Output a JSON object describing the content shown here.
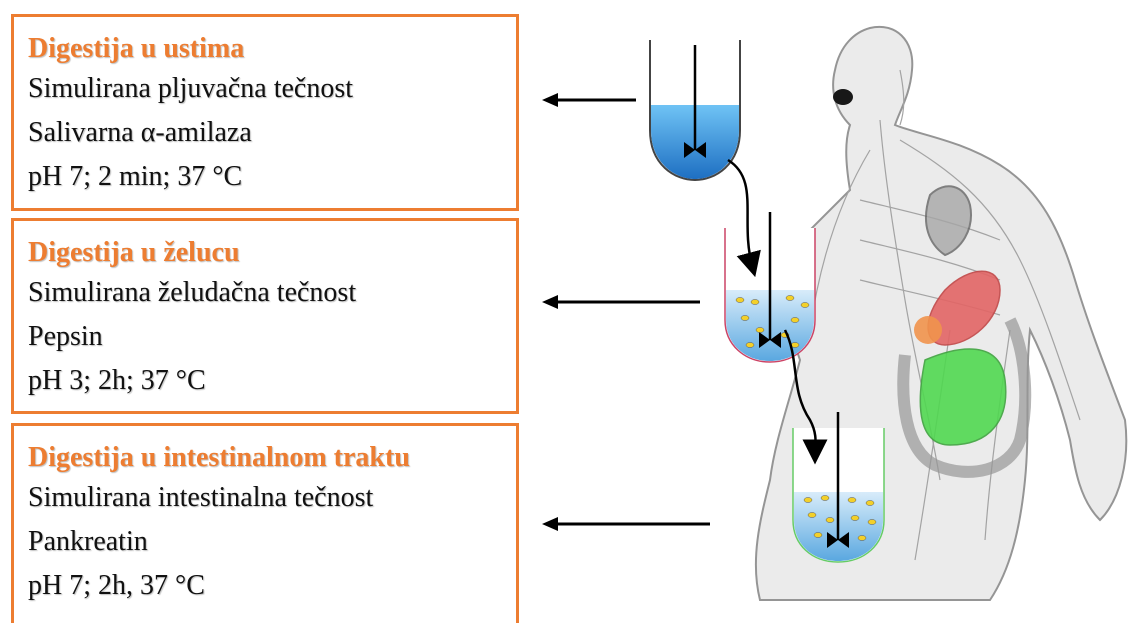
{
  "stages": [
    {
      "title": "Digestija u ustima",
      "lines": [
        "Simulirana pljuvačna tečnost",
        "Salivarna α-amilaza",
        "pH 7; 2 min; 37 °C"
      ]
    },
    {
      "title": "Digestija u želucu",
      "lines": [
        "Simulirana želudačna tečnost",
        "Pepsin",
        "pH 3; 2h; 37 °C"
      ]
    },
    {
      "title": "Digestija u intestinalnom traktu",
      "lines": [
        "Simulirana intestinalna tečnost",
        "Pankreatin",
        "pH 7; 2h, 37 °C"
      ]
    }
  ],
  "colors": {
    "accent_orange": "#ed7d31",
    "fluid_blue": "#2e8fd8",
    "stomach_red": "#e05555",
    "intestine_green": "#3fd43f"
  }
}
